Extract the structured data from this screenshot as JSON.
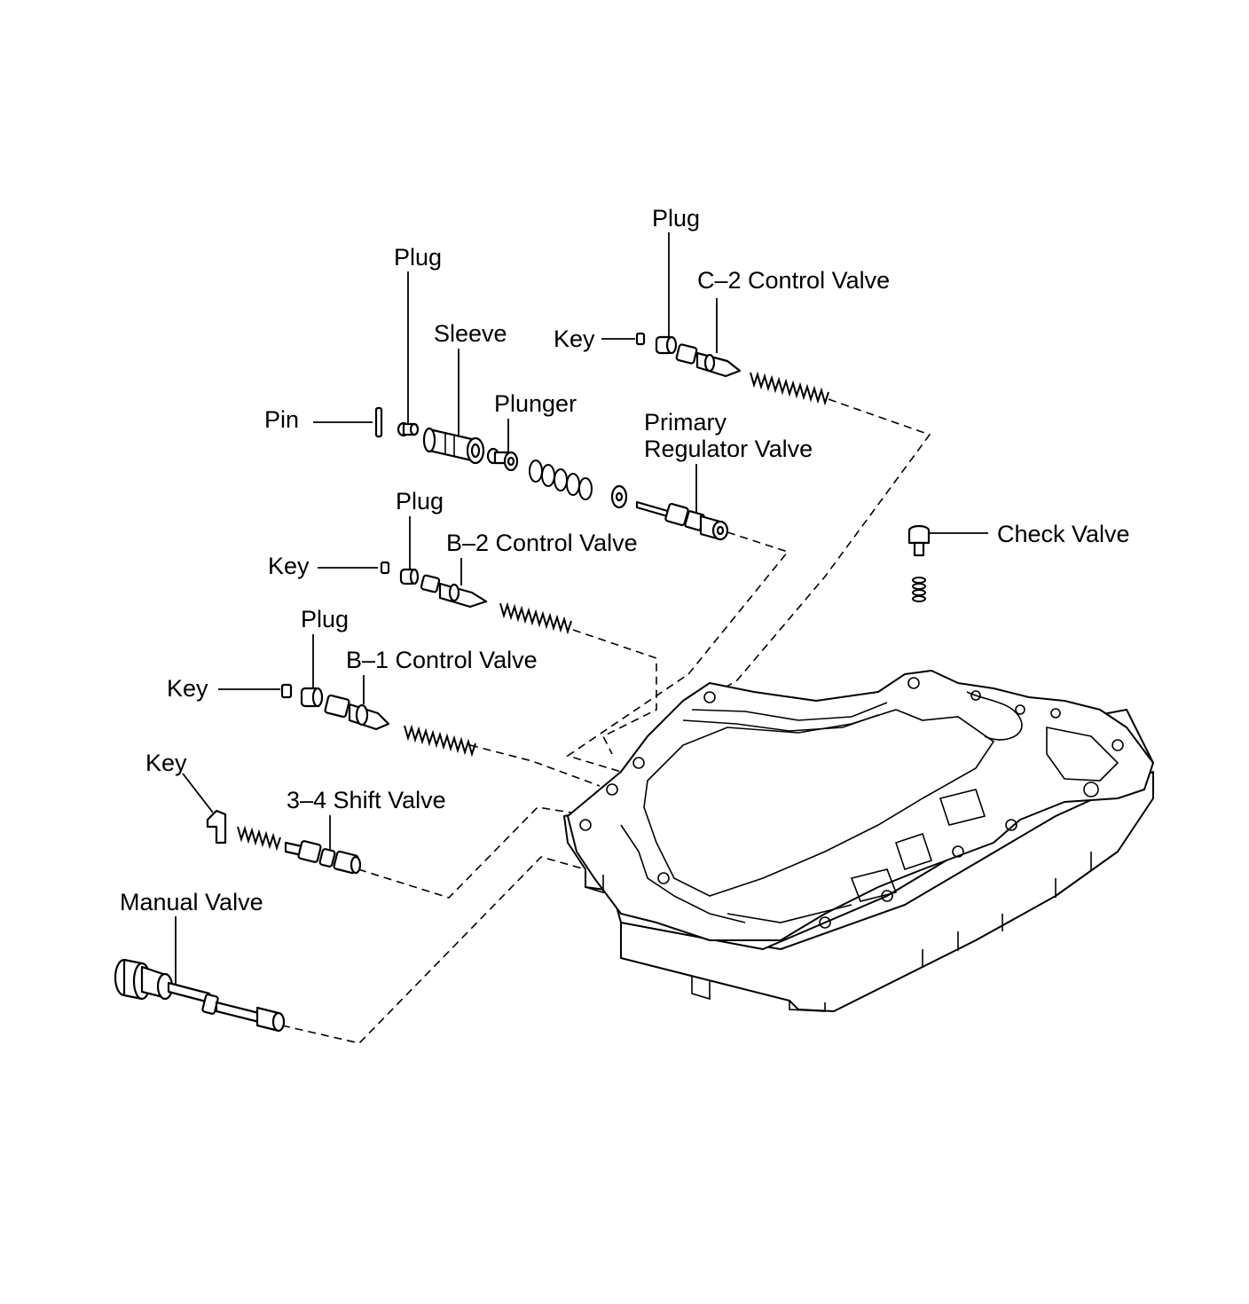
{
  "labels": {
    "plug_1": "Plug",
    "plug_2": "Plug",
    "plug_3": "Plug",
    "plug_4": "Plug",
    "c2_control_valve": "C–2 Control Valve",
    "key_c2": "Key",
    "sleeve": "Sleeve",
    "pin": "Pin",
    "plunger": "Plunger",
    "primary_line1": "Primary",
    "primary_line2": "Regulator Valve",
    "check_valve": "Check Valve",
    "key_b2": "Key",
    "b2_control_valve": "B–2 Control Valve",
    "key_b1": "Key",
    "b1_control_valve": "B–1 Control Valve",
    "key_34": "Key",
    "shift_valve_34": "3–4 Shift Valve",
    "manual_valve": "Manual Valve"
  }
}
